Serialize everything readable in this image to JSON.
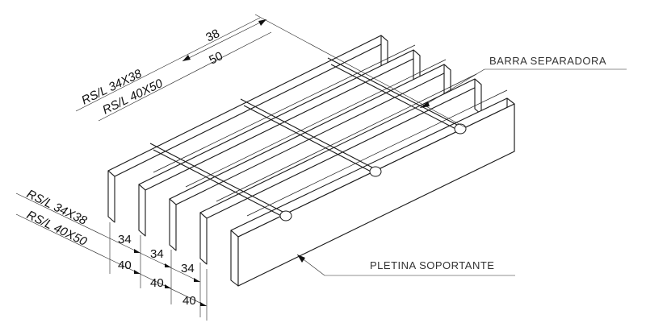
{
  "labels": {
    "spacer_bar": "BARRA SEPARADORA",
    "bearing_bar": "PLETINA SOPORTANTE"
  },
  "top_dimension": {
    "spec_a": "RS/L 34X38",
    "spec_b": "RS/L 40X50",
    "value_a": "38",
    "value_b": "50"
  },
  "front_dimension": {
    "spec_a": "RS/L 34X38",
    "spec_b": "RS/L 40X50",
    "row_a": [
      "34",
      "34",
      "34"
    ],
    "row_b": [
      "40",
      "40",
      "40"
    ]
  },
  "colors": {
    "line": "#1a1a1a",
    "background": "#ffffff"
  }
}
